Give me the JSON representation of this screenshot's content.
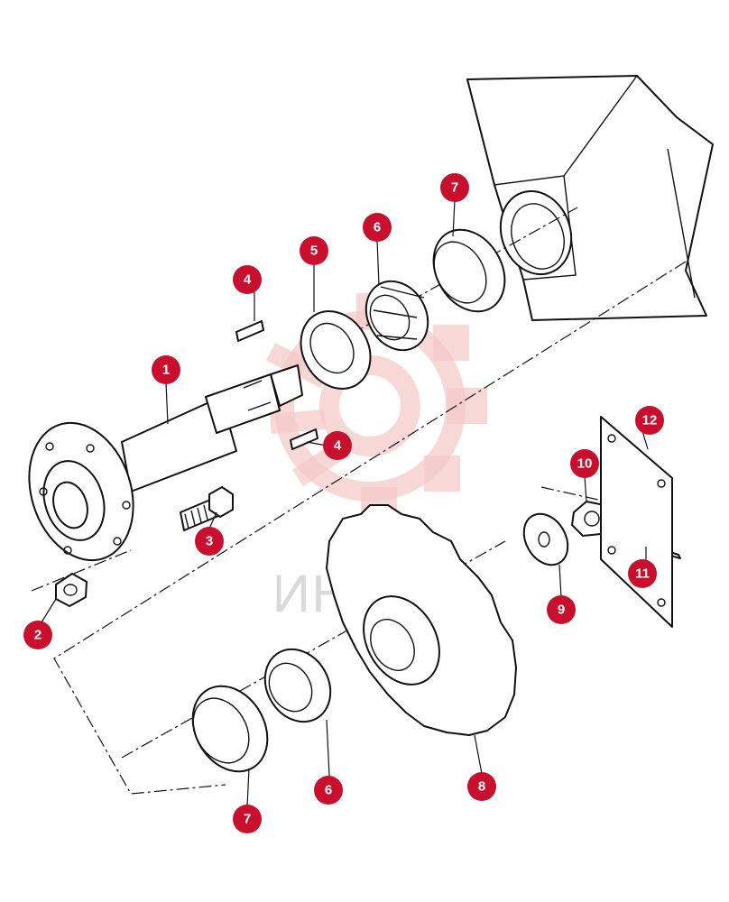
{
  "watermark": {
    "text": "ИНТЕХ"
  },
  "colors": {
    "callout": "#c8102e",
    "line": "#111111",
    "watermark_logo": "#f6caca",
    "watermark_text": "#d9d9d9"
  },
  "callouts": [
    {
      "id": "c1",
      "number": "1",
      "part": "shaft"
    },
    {
      "id": "c2",
      "number": "2",
      "part": "nut"
    },
    {
      "id": "c3",
      "number": "3",
      "part": "bolt"
    },
    {
      "id": "c4a",
      "number": "4",
      "part": "key"
    },
    {
      "id": "c4b",
      "number": "4",
      "part": "key"
    },
    {
      "id": "c5",
      "number": "5",
      "part": "seal"
    },
    {
      "id": "c6a",
      "number": "6",
      "part": "bearing-cone"
    },
    {
      "id": "c6b",
      "number": "6",
      "part": "bearing-cone"
    },
    {
      "id": "c7a",
      "number": "7",
      "part": "bearing-cup"
    },
    {
      "id": "c7b",
      "number": "7",
      "part": "bearing-cup"
    },
    {
      "id": "c8",
      "number": "8",
      "part": "sprocket"
    },
    {
      "id": "c9",
      "number": "9",
      "part": "washer"
    },
    {
      "id": "c10",
      "number": "10",
      "part": "castle-nut"
    },
    {
      "id": "c11",
      "number": "11",
      "part": "cotter-pin"
    },
    {
      "id": "c12",
      "number": "12",
      "part": "cover-plate"
    }
  ]
}
